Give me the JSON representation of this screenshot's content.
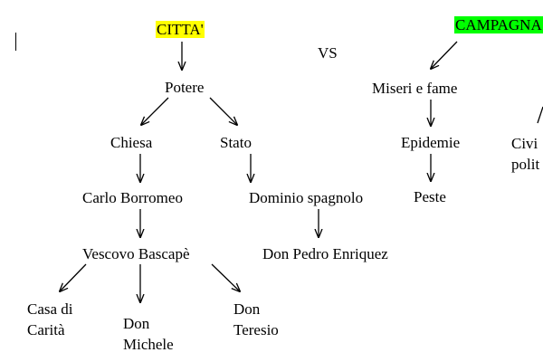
{
  "colors": {
    "citta_highlight": "#ffff00",
    "campagna_highlight": "#00ff00",
    "text": "#000000",
    "arrow": "#000000"
  },
  "header": {
    "citta": "CITTA'",
    "vs": "VS",
    "campagna": "CAMPAGNA"
  },
  "citta": {
    "potere": "Potere",
    "chiesa": "Chiesa",
    "stato": "Stato",
    "carlo_borromeo": "Carlo Borromeo",
    "dominio_spagnolo": "Dominio spagnolo",
    "vescovo_bascape": "Vescovo Bascapè",
    "don_pedro": "Don Pedro Enriquez",
    "casa_di_carita": "Casa di Carità",
    "don_michele": "Don Michele",
    "don_teresio": "Don Teresio"
  },
  "campagna": {
    "miseri_e_fame": "Miseri e fame",
    "epidemie": "Epidemie",
    "peste": "Peste",
    "cut_off_right": "Civi polit"
  }
}
